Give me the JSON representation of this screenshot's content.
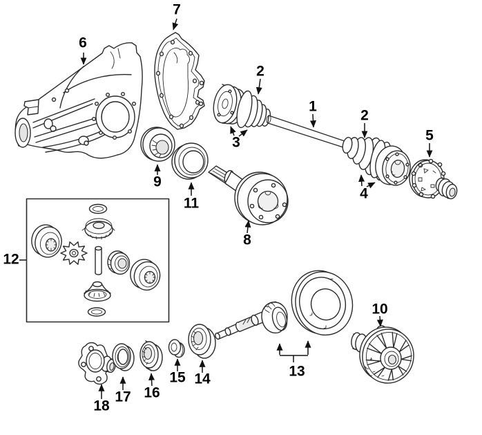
{
  "figure": {
    "kind": "exploded-parts-diagram",
    "background_color": "#ffffff",
    "line_color": "#2a2a2a",
    "label_color": "#000000"
  },
  "callouts": {
    "c1": {
      "label": "1"
    },
    "c2a": {
      "label": "2"
    },
    "c2b": {
      "label": "2"
    },
    "c3": {
      "label": "3"
    },
    "c4": {
      "label": "4"
    },
    "c5": {
      "label": "5"
    },
    "c6": {
      "label": "6"
    },
    "c7": {
      "label": "7"
    },
    "c8": {
      "label": "8"
    },
    "c9": {
      "label": "9"
    },
    "c10": {
      "label": "10"
    },
    "c11": {
      "label": "11"
    },
    "c12": {
      "label": "12"
    },
    "c13": {
      "label": "13"
    },
    "c14": {
      "label": "14"
    },
    "c15": {
      "label": "15"
    },
    "c16": {
      "label": "16"
    },
    "c17": {
      "label": "17"
    },
    "c18": {
      "label": "18"
    }
  }
}
